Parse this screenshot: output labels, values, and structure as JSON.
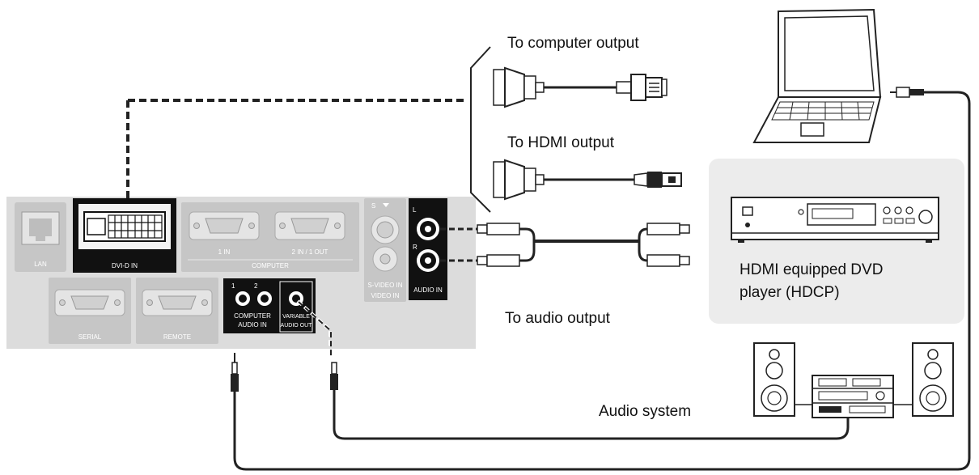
{
  "labels": {
    "computer_output": "To computer output",
    "hdmi_output": "To HDMI output",
    "audio_output": "To audio output",
    "dvd_line1": "HDMI equipped DVD",
    "dvd_line2": "player (HDCP)",
    "audio_system": "Audio system"
  },
  "panel": {
    "lan": "LAN",
    "dvi_d_in": "DVI-D IN",
    "in1": "1 IN",
    "in2_out": "2 IN / 1 OUT",
    "computer": "COMPUTER",
    "s": "S",
    "l": "L",
    "r": "R",
    "s_video_in": "S-VIDEO IN",
    "video_in": "VIDEO IN",
    "audio_in": "AUDIO IN",
    "serial": "SERIAL",
    "remote": "REMOTE",
    "jack1": "1",
    "jack2": "2",
    "computer_audio_in_1": "COMPUTER",
    "computer_audio_in_2": "AUDIO IN",
    "variable_1": "VARIABLE",
    "variable_2": "AUDIO OUT"
  },
  "colors": {
    "panel_bg": "#dcdcdc",
    "port_grey": "#c6c6c6",
    "port_black": "#111111",
    "dvd_box": "#ececec",
    "cable": "#222222"
  }
}
